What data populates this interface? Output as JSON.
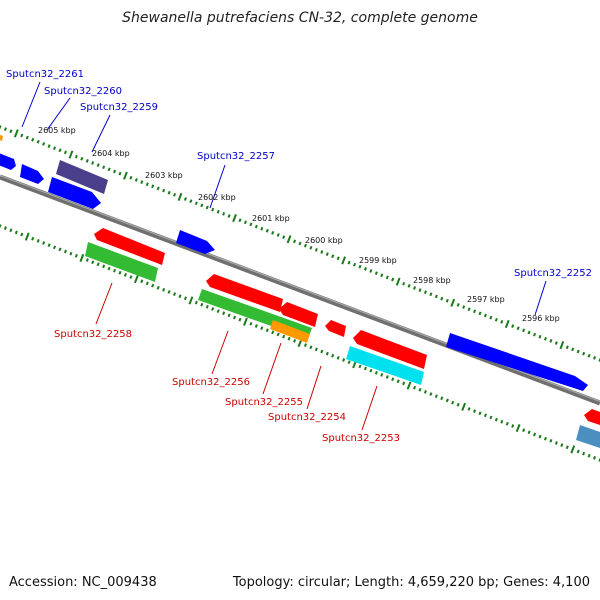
{
  "title": "Shewanella putrefaciens CN-32, complete genome",
  "footer": {
    "accession": "Accession: NC_009438",
    "summary": "Topology: circular; Length: 4,659,220 bp; Genes: 4,100"
  },
  "colors": {
    "backbone": "#888888",
    "ticks": "#1a7a1a",
    "forward_label": "#0000cc",
    "reverse_label": "#cc0000",
    "blue": "#0000ff",
    "red": "#ff0000",
    "green": "#33bb33",
    "orange": "#ff9900",
    "cyan": "#00e0ee",
    "purple": "#4a3f8a",
    "steel": "#4a8fc0"
  },
  "ticks": [
    {
      "label": "2605 kbp"
    },
    {
      "label": "2604 kbp"
    },
    {
      "label": "2603 kbp"
    },
    {
      "label": "2602 kbp"
    },
    {
      "label": "2601 kbp"
    },
    {
      "label": "2600 kbp"
    },
    {
      "label": "2599 kbp"
    },
    {
      "label": "2598 kbp"
    },
    {
      "label": "2597 kbp"
    },
    {
      "label": "2596 kbp"
    }
  ],
  "genes": {
    "forward": [
      {
        "name": "Sputcn32_2261"
      },
      {
        "name": "Sputcn32_2260"
      },
      {
        "name": "Sputcn32_2259"
      },
      {
        "name": "Sputcn32_2257"
      },
      {
        "name": "Sputcn32_2252"
      }
    ],
    "reverse": [
      {
        "name": "Sputcn32_2258"
      },
      {
        "name": "Sputcn32_2256"
      },
      {
        "name": "Sputcn32_2255"
      },
      {
        "name": "Sputcn32_2254"
      },
      {
        "name": "Sputcn32_2253"
      }
    ]
  }
}
